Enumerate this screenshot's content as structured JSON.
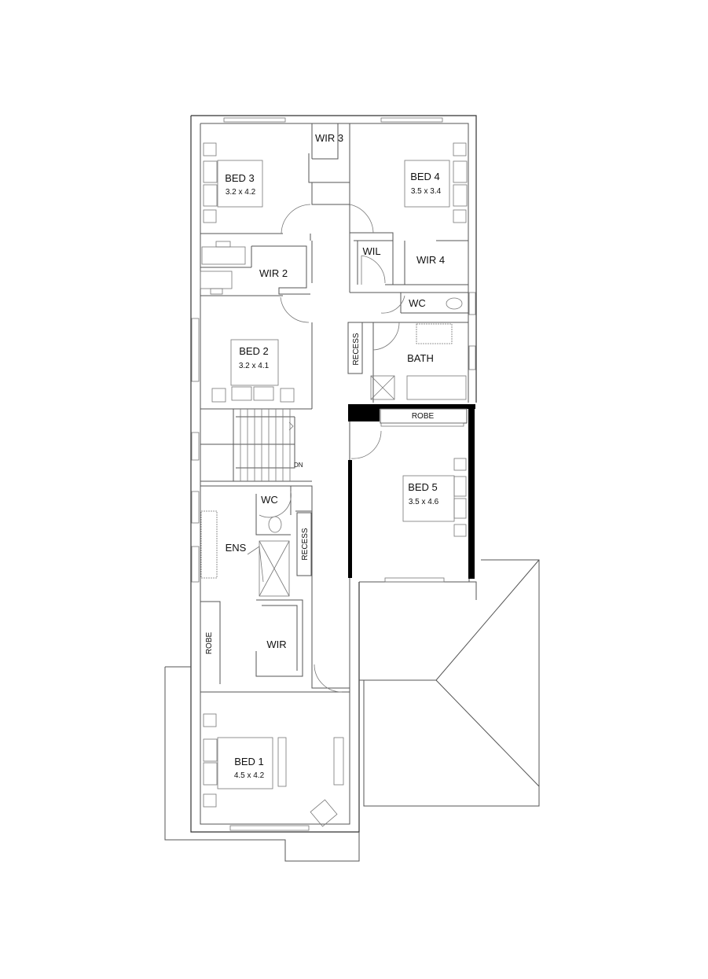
{
  "plan": {
    "rooms": [
      {
        "id": "bed3",
        "name": "BED 3",
        "size": "3.2 x 4.2"
      },
      {
        "id": "bed4",
        "name": "BED 4",
        "size": "3.5 x 3.4"
      },
      {
        "id": "bed2",
        "name": "BED 2",
        "size": "3.2 x 4.1"
      },
      {
        "id": "bed5",
        "name": "BED 5",
        "size": "3.5 x 4.6"
      },
      {
        "id": "bed1",
        "name": "BED 1",
        "size": "4.5 x 4.2"
      }
    ],
    "labels": {
      "wir3": "WIR 3",
      "wir2": "WIR 2",
      "wil": "WIL",
      "wir4": "WIR 4",
      "wc_upper": "WC",
      "recess_upper": "RECESS",
      "bath": "BATH",
      "robe_upper": "ROBE",
      "stairs_dn": "DN",
      "wc_lower": "WC",
      "ens": "ENS",
      "recess_lower": "RECESS",
      "robe_lower": "ROBE",
      "wir": "WIR"
    }
  }
}
